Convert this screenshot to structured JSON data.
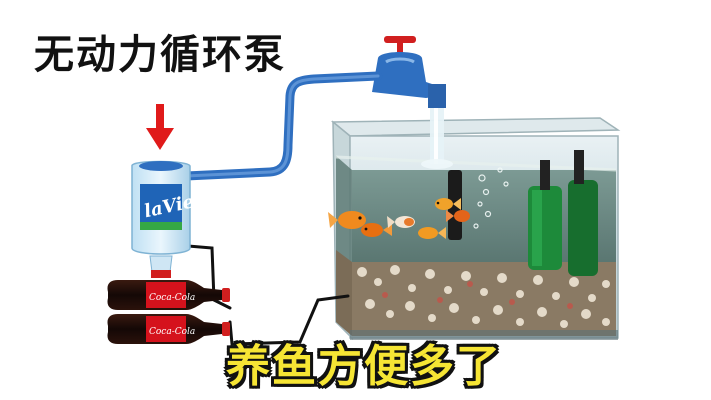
{
  "title": "无动力循环泵",
  "caption": "养鱼方便多了",
  "bottle_brand": "laVie",
  "soda_brand": "Coca-Cola",
  "colors": {
    "hose": "#2f6fc0",
    "arrow": "#e01a1a",
    "caption_fill": "#f6e534",
    "caption_stroke": "#111111",
    "filter_green": "#1d8a3a"
  },
  "icons": [
    "down-arrow-icon",
    "faucet-icon"
  ]
}
